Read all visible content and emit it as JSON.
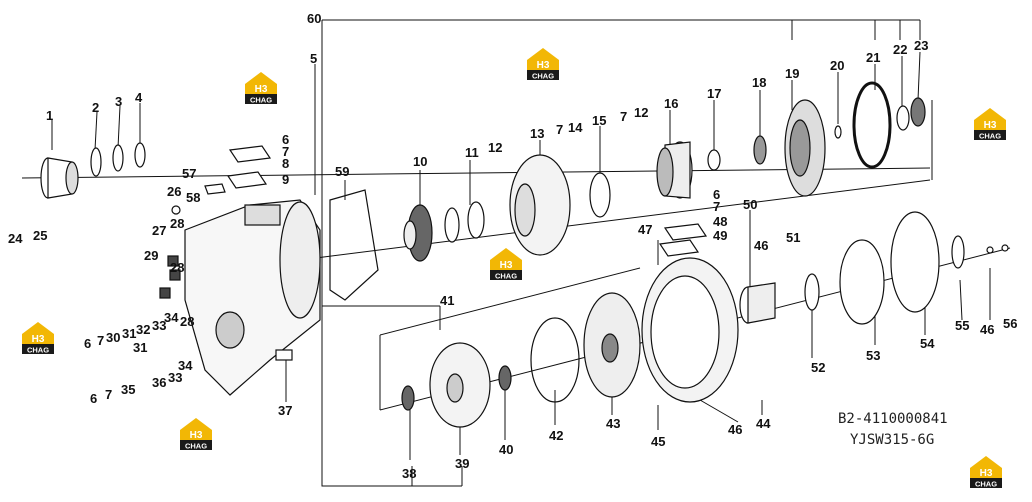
{
  "diagram": {
    "part_numbers": [
      "1",
      "2",
      "3",
      "4",
      "5",
      "6",
      "7",
      "8",
      "9",
      "10",
      "11",
      "12",
      "13",
      "14",
      "15",
      "16",
      "17",
      "18",
      "19",
      "20",
      "21",
      "22",
      "23",
      "24",
      "25",
      "26",
      "27",
      "28",
      "29",
      "30",
      "31",
      "32",
      "33",
      "34",
      "35",
      "36",
      "37",
      "38",
      "39",
      "40",
      "41",
      "42",
      "43",
      "44",
      "45",
      "46",
      "47",
      "48",
      "49",
      "50",
      "51",
      "52",
      "53",
      "54",
      "55",
      "56",
      "57",
      "58",
      "59",
      "60"
    ],
    "labels": [
      {
        "id": "l60",
        "text": "60"
      },
      {
        "id": "l5",
        "text": "5"
      },
      {
        "id": "l1",
        "text": "1"
      },
      {
        "id": "l2",
        "text": "2"
      },
      {
        "id": "l3",
        "text": "3"
      },
      {
        "id": "l4",
        "text": "4"
      },
      {
        "id": "l6a",
        "text": "6"
      },
      {
        "id": "l7a",
        "text": "7"
      },
      {
        "id": "l8",
        "text": "8"
      },
      {
        "id": "l9",
        "text": "9"
      },
      {
        "id": "l57",
        "text": "57"
      },
      {
        "id": "l58",
        "text": "58"
      },
      {
        "id": "l26",
        "text": "26"
      },
      {
        "id": "l24",
        "text": "24"
      },
      {
        "id": "l25",
        "text": "25"
      },
      {
        "id": "l27",
        "text": "27"
      },
      {
        "id": "l28a",
        "text": "28"
      },
      {
        "id": "l29",
        "text": "29"
      },
      {
        "id": "l28b",
        "text": "28"
      },
      {
        "id": "l6b",
        "text": "6"
      },
      {
        "id": "l7b",
        "text": "7"
      },
      {
        "id": "l30",
        "text": "30"
      },
      {
        "id": "l31a",
        "text": "31"
      },
      {
        "id": "l32",
        "text": "32"
      },
      {
        "id": "l33a",
        "text": "33"
      },
      {
        "id": "l34a",
        "text": "34"
      },
      {
        "id": "l28c",
        "text": "28"
      },
      {
        "id": "l31b",
        "text": "31"
      },
      {
        "id": "l34b",
        "text": "34"
      },
      {
        "id": "l36",
        "text": "36"
      },
      {
        "id": "l33b",
        "text": "33"
      },
      {
        "id": "l35",
        "text": "35"
      },
      {
        "id": "l6c",
        "text": "6"
      },
      {
        "id": "l7c",
        "text": "7"
      },
      {
        "id": "l37",
        "text": "37"
      },
      {
        "id": "l59",
        "text": "59"
      },
      {
        "id": "l10",
        "text": "10"
      },
      {
        "id": "l11",
        "text": "11"
      },
      {
        "id": "l12a",
        "text": "12"
      },
      {
        "id": "l13",
        "text": "13"
      },
      {
        "id": "l7d",
        "text": "7"
      },
      {
        "id": "l14",
        "text": "14"
      },
      {
        "id": "l15",
        "text": "15"
      },
      {
        "id": "l7e",
        "text": "7"
      },
      {
        "id": "l12b",
        "text": "12"
      },
      {
        "id": "l16",
        "text": "16"
      },
      {
        "id": "l17",
        "text": "17"
      },
      {
        "id": "l18",
        "text": "18"
      },
      {
        "id": "l19",
        "text": "19"
      },
      {
        "id": "l20",
        "text": "20"
      },
      {
        "id": "l21",
        "text": "21"
      },
      {
        "id": "l22",
        "text": "22"
      },
      {
        "id": "l23",
        "text": "23"
      },
      {
        "id": "l6d",
        "text": "6"
      },
      {
        "id": "l7f",
        "text": "7"
      },
      {
        "id": "l48",
        "text": "48"
      },
      {
        "id": "l49",
        "text": "49"
      },
      {
        "id": "l47",
        "text": "47"
      },
      {
        "id": "l50",
        "text": "50"
      },
      {
        "id": "l46a",
        "text": "46"
      },
      {
        "id": "l51",
        "text": "51"
      },
      {
        "id": "l41",
        "text": "41"
      },
      {
        "id": "l52",
        "text": "52"
      },
      {
        "id": "l53",
        "text": "53"
      },
      {
        "id": "l54",
        "text": "54"
      },
      {
        "id": "l55",
        "text": "55"
      },
      {
        "id": "l46b",
        "text": "46"
      },
      {
        "id": "l56",
        "text": "56"
      },
      {
        "id": "l38",
        "text": "38"
      },
      {
        "id": "l39",
        "text": "39"
      },
      {
        "id": "l40",
        "text": "40"
      },
      {
        "id": "l42",
        "text": "42"
      },
      {
        "id": "l43",
        "text": "43"
      },
      {
        "id": "l45",
        "text": "45"
      },
      {
        "id": "l46c",
        "text": "46"
      },
      {
        "id": "l44",
        "text": "44"
      }
    ],
    "caption_line1": "B2-4110000841",
    "caption_line2": "YJSW315-6G",
    "watermark_text": "CHAG",
    "watermark_mark": "H3"
  },
  "colors": {
    "ink": "#111111",
    "accent": "#f2b705",
    "watermark_bg": "#1a1a1a"
  }
}
